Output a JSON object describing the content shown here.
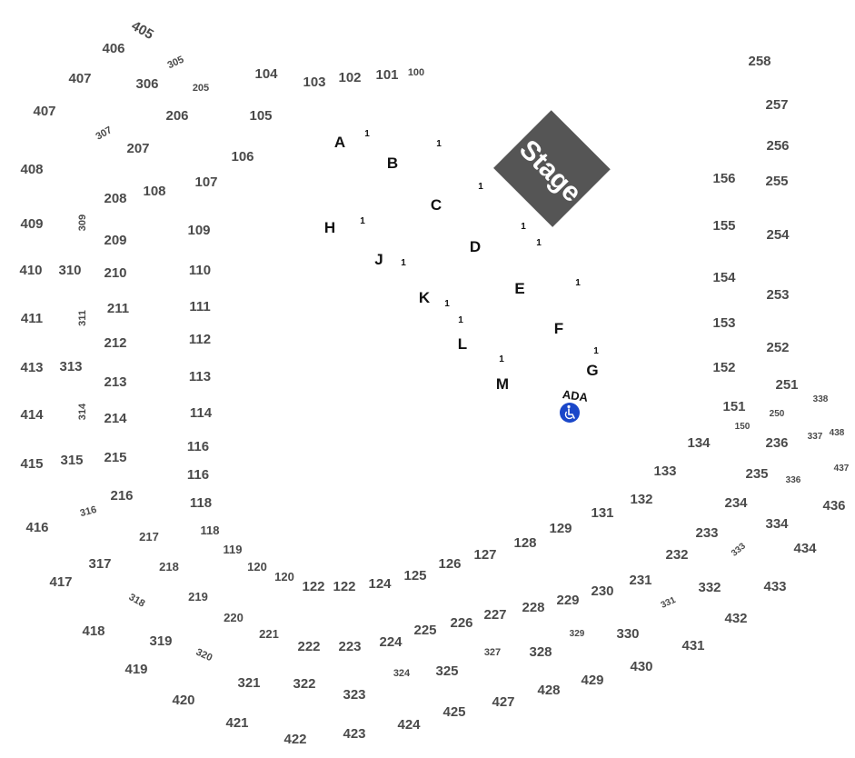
{
  "colors": {
    "stage_fill": "#555555",
    "section_text": "#4a4a4a",
    "ada_badge": "#1a47c9"
  },
  "stage": {
    "label": "Stage"
  },
  "ada": {
    "label": "ADA",
    "icon": "wheelchair-icon"
  },
  "seat_marker": "1",
  "floor_rows": [
    "A",
    "B",
    "C",
    "D",
    "E",
    "F",
    "G",
    "H",
    "J",
    "K",
    "L",
    "M"
  ],
  "sections": {
    "s405": "405",
    "s406": "406",
    "s305": "305",
    "s407a": "407",
    "s306": "306",
    "s205": "205",
    "s104": "104",
    "s103": "103",
    "s102": "102",
    "s101": "101",
    "s100": "100",
    "s258": "258",
    "s407b": "407",
    "s307": "307",
    "s206": "206",
    "s105": "105",
    "s257": "257",
    "s207": "207",
    "s256": "256",
    "s408": "408",
    "s106": "106",
    "s156": "156",
    "s255": "255",
    "s107": "107",
    "s208": "208",
    "s108": "108",
    "s409": "409",
    "s309": "309",
    "s109": "109",
    "s155": "155",
    "s254": "254",
    "s209": "209",
    "s410": "410",
    "s310": "310",
    "s210": "210",
    "s110": "110",
    "s154": "154",
    "s253": "253",
    "s211": "211",
    "s111": "111",
    "s411": "411",
    "s311": "311",
    "s153": "153",
    "s112": "112",
    "s212": "212",
    "s252": "252",
    "s413": "413",
    "s313": "313",
    "s152": "152",
    "s213": "213",
    "s113": "113",
    "s251": "251",
    "s338": "338",
    "s151": "151",
    "s414": "414",
    "s314": "314",
    "s214": "214",
    "s114": "114",
    "s250": "250",
    "s150": "150",
    "s337": "337",
    "s438": "438",
    "s134": "134",
    "s236": "236",
    "s116a": "116",
    "s415": "415",
    "s315": "315",
    "s215": "215",
    "s437": "437",
    "s133": "133",
    "s235": "235",
    "s336": "336",
    "s116b": "116",
    "s216": "216",
    "s132": "132",
    "s234": "234",
    "s436": "436",
    "s118a": "118",
    "s316": "316",
    "s131": "131",
    "s334": "334",
    "s416": "416",
    "s129": "129",
    "s233": "233",
    "s217": "217",
    "s118b": "118",
    "s434": "434",
    "s128": "128",
    "s333": "333",
    "s119": "119",
    "s232": "232",
    "s317": "317",
    "s218": "218",
    "s127": "127",
    "s126": "126",
    "s120a": "120",
    "s417": "417",
    "s120b": "120",
    "s125": "125",
    "s231": "231",
    "s124": "124",
    "s122a": "122",
    "s122b": "122",
    "s332": "332",
    "s433": "433",
    "s219": "219",
    "s318": "318",
    "s230": "230",
    "s229": "229",
    "s331": "331",
    "s228": "228",
    "s220": "220",
    "s227": "227",
    "s432": "432",
    "s226": "226",
    "s418": "418",
    "s225": "225",
    "s221": "221",
    "s330": "330",
    "s329": "329",
    "s319": "319",
    "s224": "224",
    "s222": "222",
    "s223": "223",
    "s431": "431",
    "s328": "328",
    "s327": "327",
    "s320": "320",
    "s430": "430",
    "s419": "419",
    "s325": "325",
    "s324": "324",
    "s429": "429",
    "s321": "321",
    "s322": "322",
    "s428": "428",
    "s420": "420",
    "s323": "323",
    "s427": "427",
    "s425": "425",
    "s421": "421",
    "s424": "424",
    "s423": "423",
    "s422": "422"
  }
}
